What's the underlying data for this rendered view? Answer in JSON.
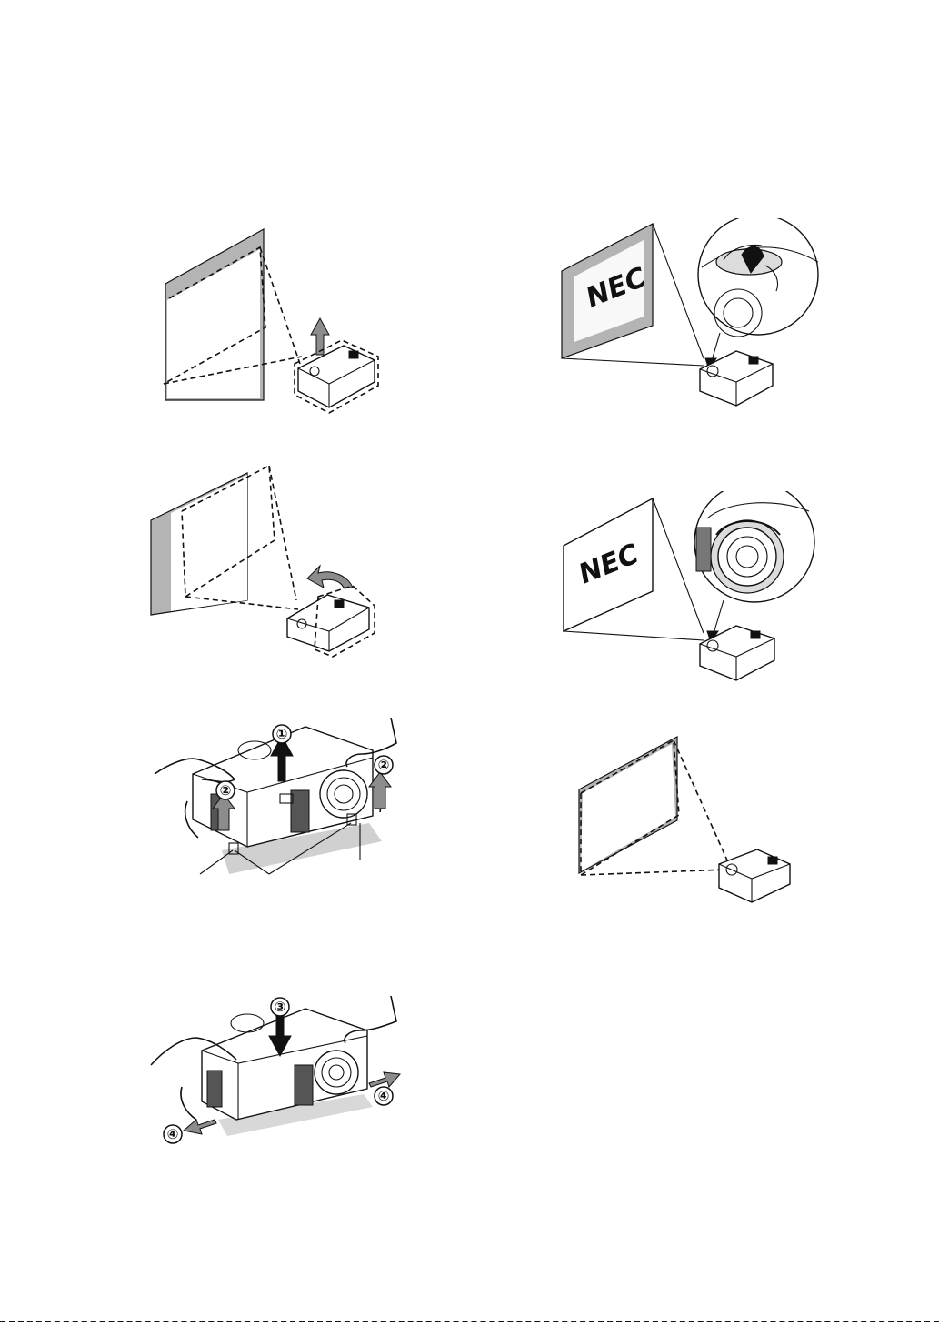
{
  "labels": {
    "step_1": "①",
    "step_2": "②",
    "step_3": "③",
    "step_4": "④"
  },
  "logo": {
    "brand": "NEC"
  },
  "colors": {
    "ink": "#111111",
    "screen_grey": "#b4b4b4",
    "arrow_grey": "#8c8c8c"
  },
  "icons": {
    "up_arrow": "up-arrow-icon",
    "rotate_arrow": "rotate-arrow-icon",
    "down_arrow": "down-arrow-icon",
    "side_arrow": "side-arrow-icon"
  }
}
